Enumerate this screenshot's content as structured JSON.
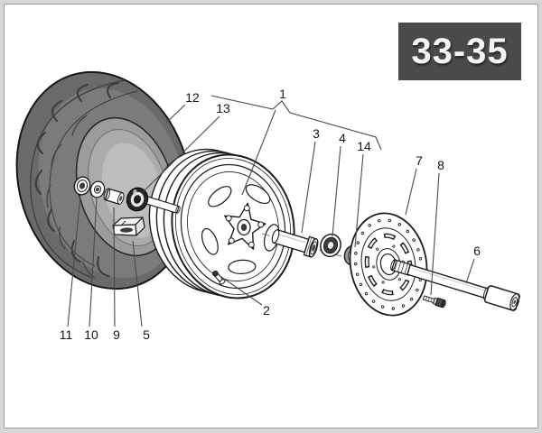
{
  "page": {
    "background": "#d7d7d7",
    "panel_background": "#ffffff",
    "frame_border": "#9a9a9a"
  },
  "badge": {
    "text": "33-35",
    "background": "#4a4a4a",
    "color": "#f4f4f4"
  },
  "diagram": {
    "line_color": "#1c1c1c",
    "leader_color": "#4a4a4a",
    "tire_color": "#6e6e6e",
    "tire_inner_color": "#9c9c9c",
    "callouts": [
      "1",
      "2",
      "3",
      "4",
      "5",
      "6",
      "7",
      "8",
      "9",
      "10",
      "11",
      "12",
      "13",
      "14"
    ]
  }
}
